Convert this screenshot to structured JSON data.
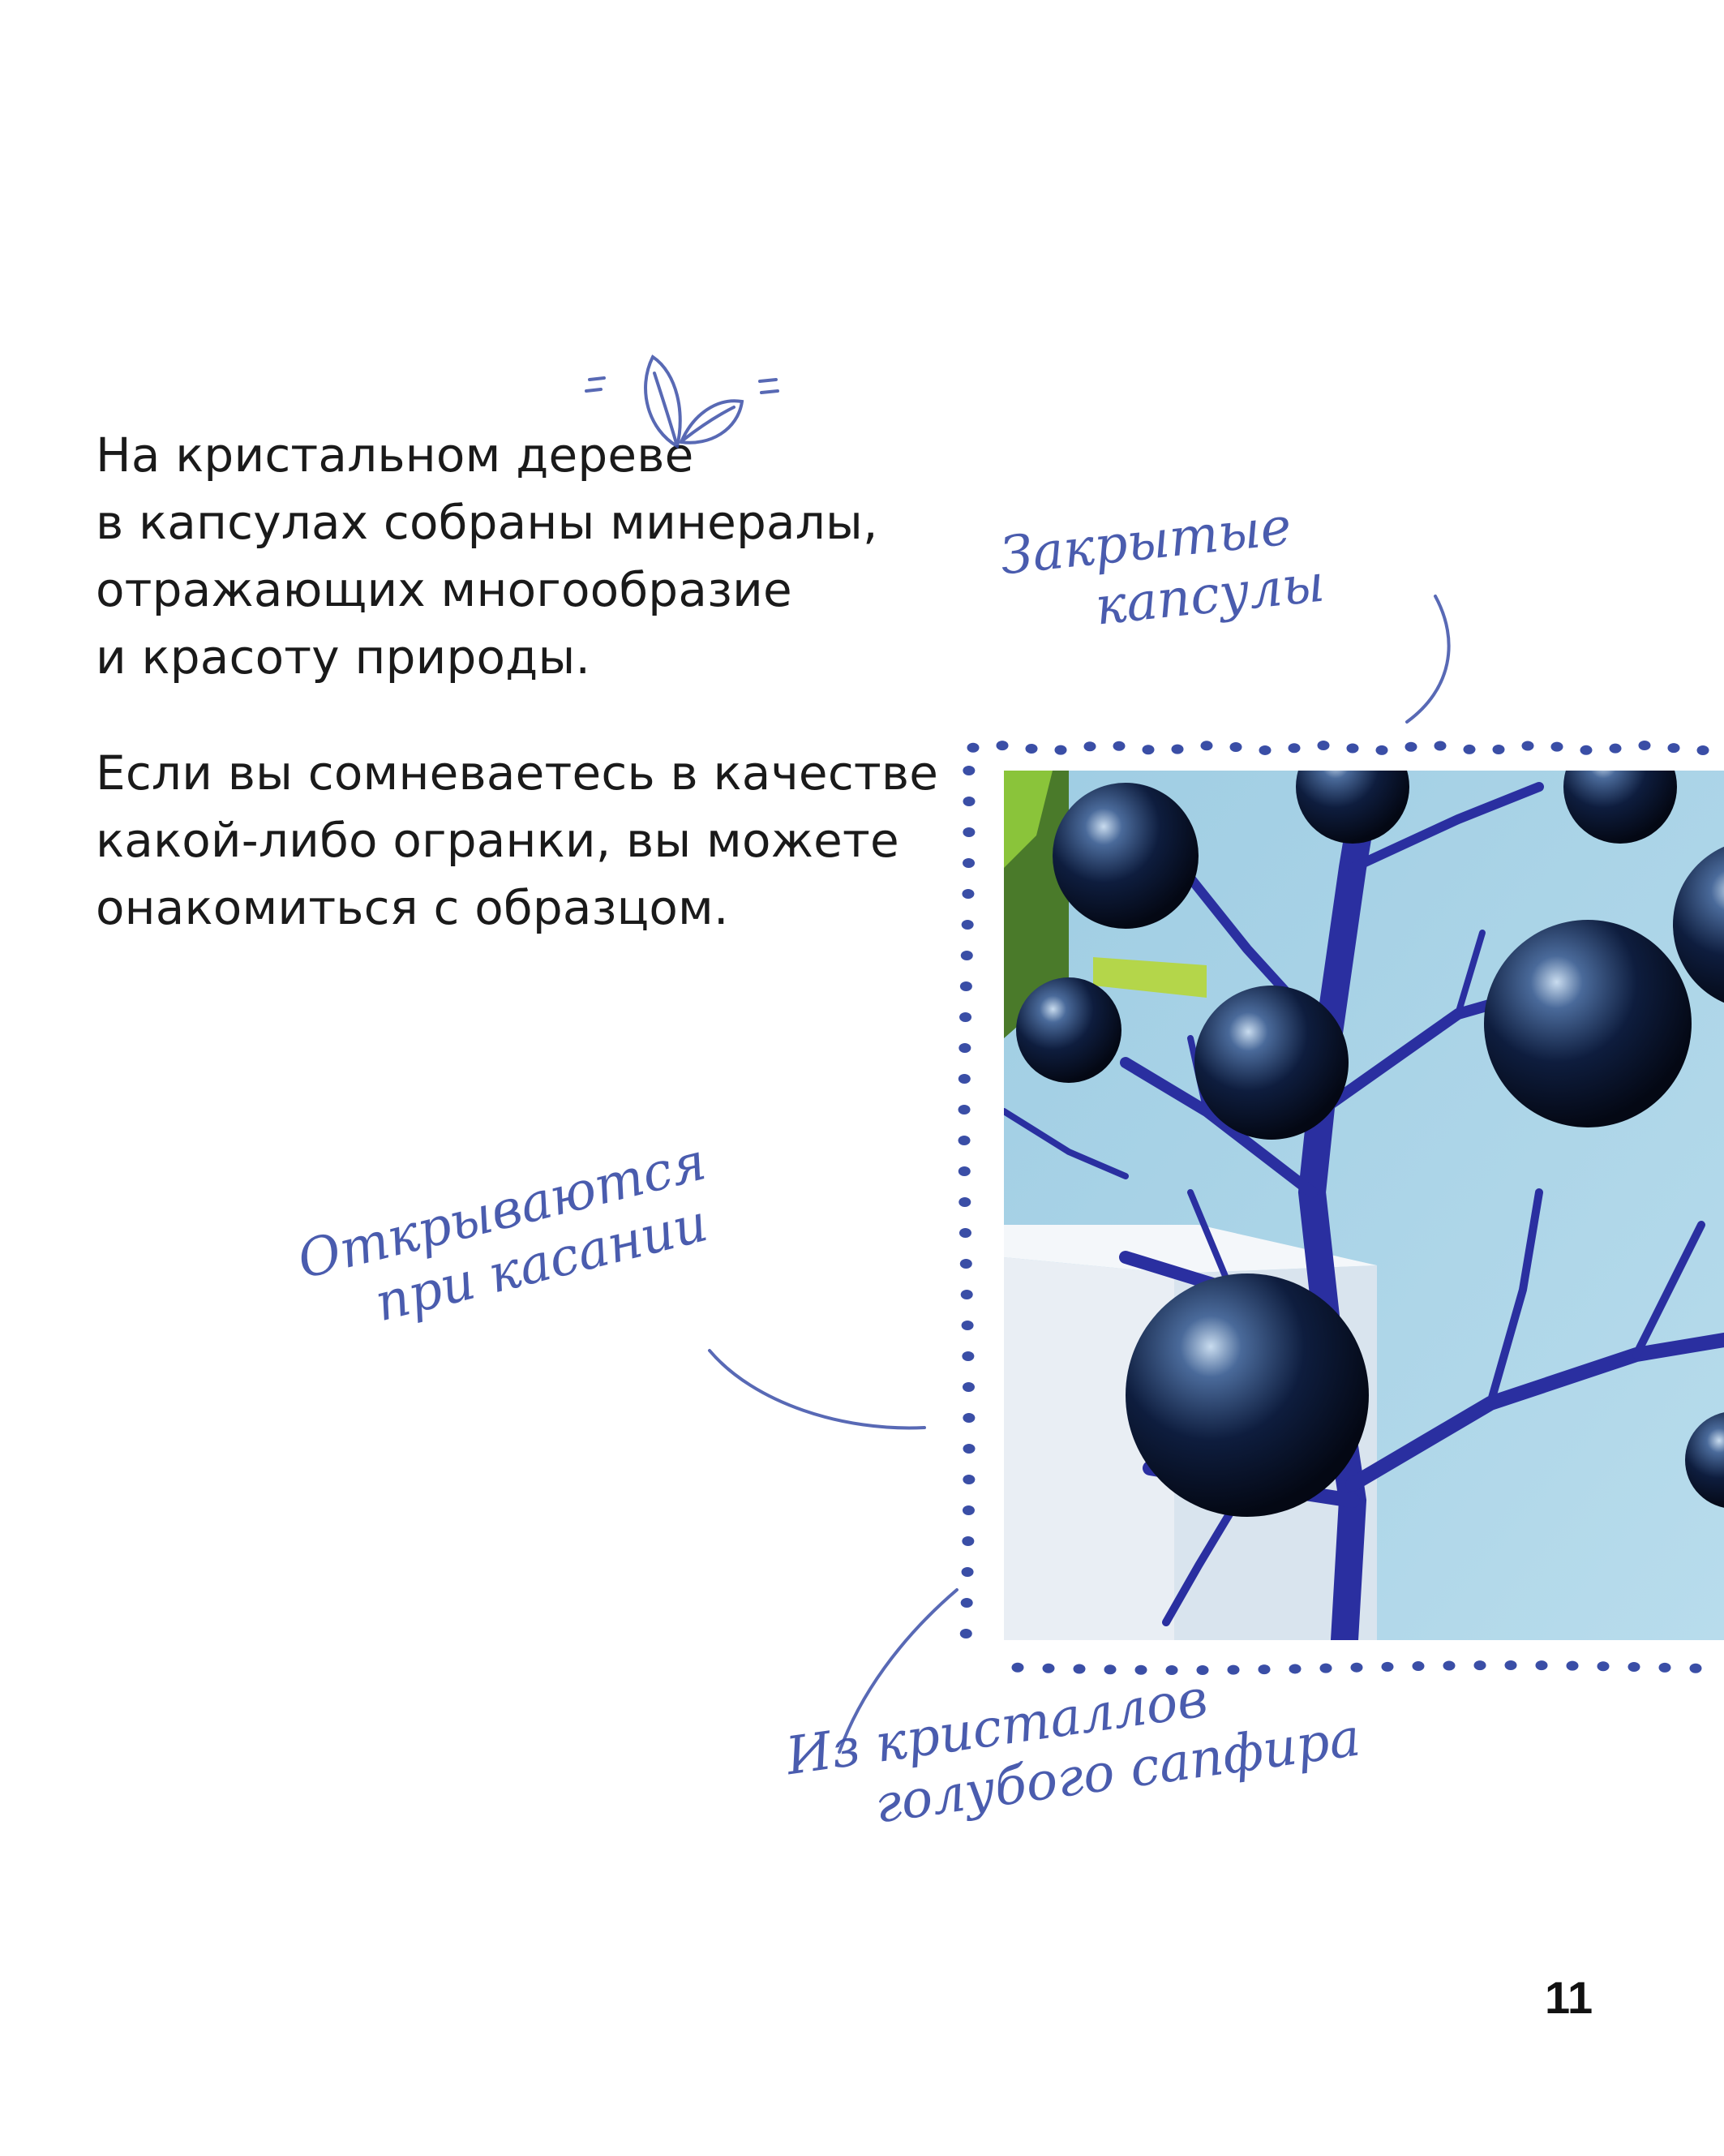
{
  "paragraph_1": {
    "lines": [
      "На кристальном дереве",
      "в капсулах собраны минералы,",
      "отражающих многообразие",
      "и красоту природы."
    ]
  },
  "paragraph_2": {
    "lines": [
      "Если вы сомневаетесь в качестве",
      "какой-либо огранки, вы можете",
      "онакомиться с образцом."
    ]
  },
  "handwritten_notes": {
    "closed_capsules": [
      "Закрытые",
      "капсулы"
    ],
    "open_on_touch": [
      "Открываются",
      "при касании"
    ],
    "material": [
      "Из кристаллов",
      "голубого сапфира"
    ]
  },
  "page_number": "11",
  "colors": {
    "text": "#1a1a1a",
    "handwriting": "#3b4fa8",
    "dots": "#3a4ea6",
    "photo_background": "#a9d3e6",
    "branches": "#2a2fa0",
    "spheres": "#0b1630"
  },
  "icons": [
    "leaf-sprout-icon"
  ]
}
